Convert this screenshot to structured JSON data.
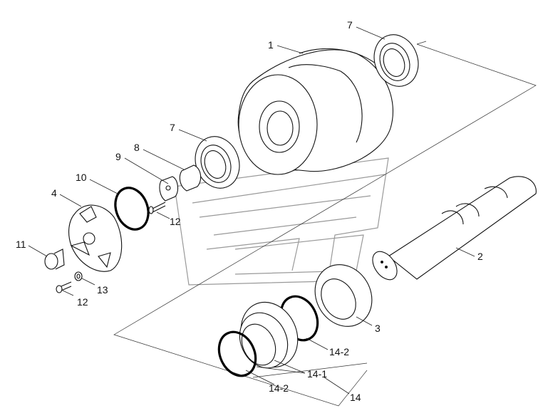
{
  "diagram": {
    "callouts": [
      {
        "id": "c1",
        "text": "1"
      },
      {
        "id": "c2",
        "text": "2"
      },
      {
        "id": "c3",
        "text": "3"
      },
      {
        "id": "c4",
        "text": "4"
      },
      {
        "id": "c7a",
        "text": "7"
      },
      {
        "id": "c7b",
        "text": "7"
      },
      {
        "id": "c8",
        "text": "8"
      },
      {
        "id": "c9",
        "text": "9"
      },
      {
        "id": "c10",
        "text": "10"
      },
      {
        "id": "c11",
        "text": "11"
      },
      {
        "id": "c12a",
        "text": "12"
      },
      {
        "id": "c12b",
        "text": "12"
      },
      {
        "id": "c13",
        "text": "13"
      },
      {
        "id": "c14-2a",
        "text": "14-2"
      },
      {
        "id": "c14-1",
        "text": "14-1"
      },
      {
        "id": "c14-2b",
        "text": "14-2"
      },
      {
        "id": "c14",
        "text": "14"
      }
    ]
  }
}
